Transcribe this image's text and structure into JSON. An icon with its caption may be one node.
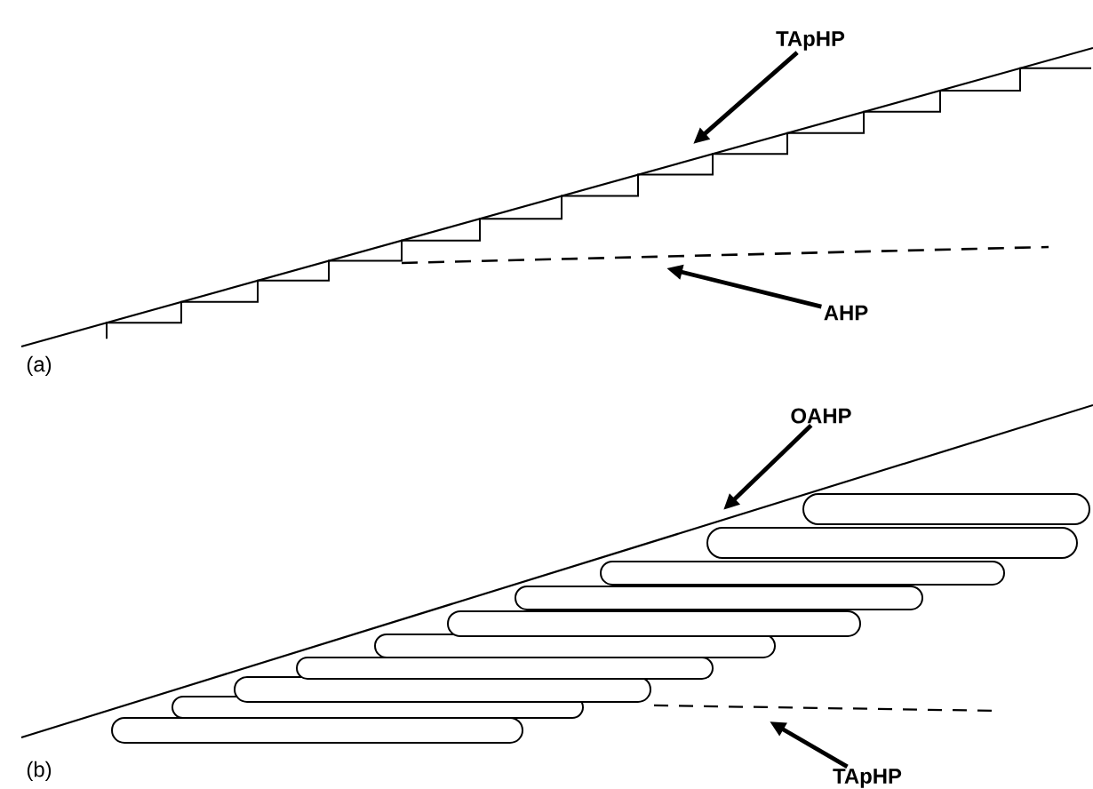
{
  "diagram": {
    "nodes": [
      {
        "text": [
          "TApHP"
        ]
      },
      {
        "text": [
          "AHP"
        ]
      },
      {
        "text": [
          "OAHP"
        ]
      },
      {
        "text": [
          "TApHP"
        ]
      }
    ],
    "edges": [
      {
        "from": 0,
        "to": null,
        "arrow": "to"
      },
      {
        "from": 1,
        "to": null,
        "arrow": "to"
      },
      {
        "from": 2,
        "to": null,
        "arrow": "to"
      },
      {
        "from": 3,
        "to": null,
        "arrow": "to"
      }
    ],
    "labels": [
      "(a)",
      "(b)"
    ]
  }
}
